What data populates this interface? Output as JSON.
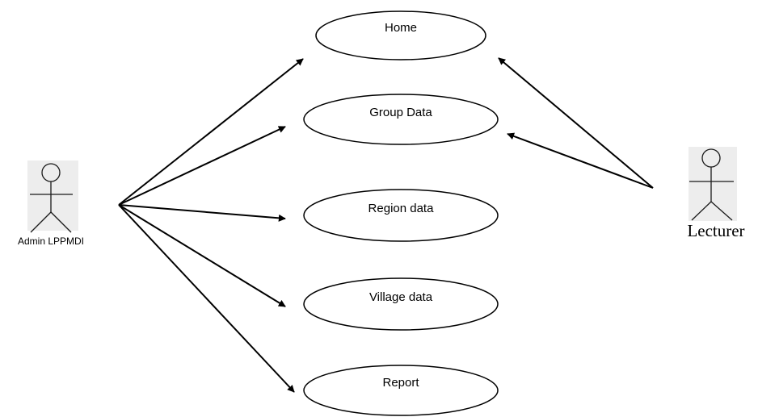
{
  "actors": {
    "admin": {
      "label": "Admin LPPMDI"
    },
    "lecturer": {
      "label": "Lecturer"
    }
  },
  "use_cases": {
    "home": "Home",
    "group_data": "Group Data",
    "region_data": "Region data",
    "village_data": "Village data",
    "report": "Report"
  },
  "associations": [
    {
      "from": "Admin LPPMDI",
      "to": "Home"
    },
    {
      "from": "Admin LPPMDI",
      "to": "Group Data"
    },
    {
      "from": "Admin LPPMDI",
      "to": "Region data"
    },
    {
      "from": "Admin LPPMDI",
      "to": "Village data"
    },
    {
      "from": "Admin LPPMDI",
      "to": "Report"
    },
    {
      "from": "Lecturer",
      "to": "Home"
    },
    {
      "from": "Lecturer",
      "to": "Group Data"
    }
  ]
}
